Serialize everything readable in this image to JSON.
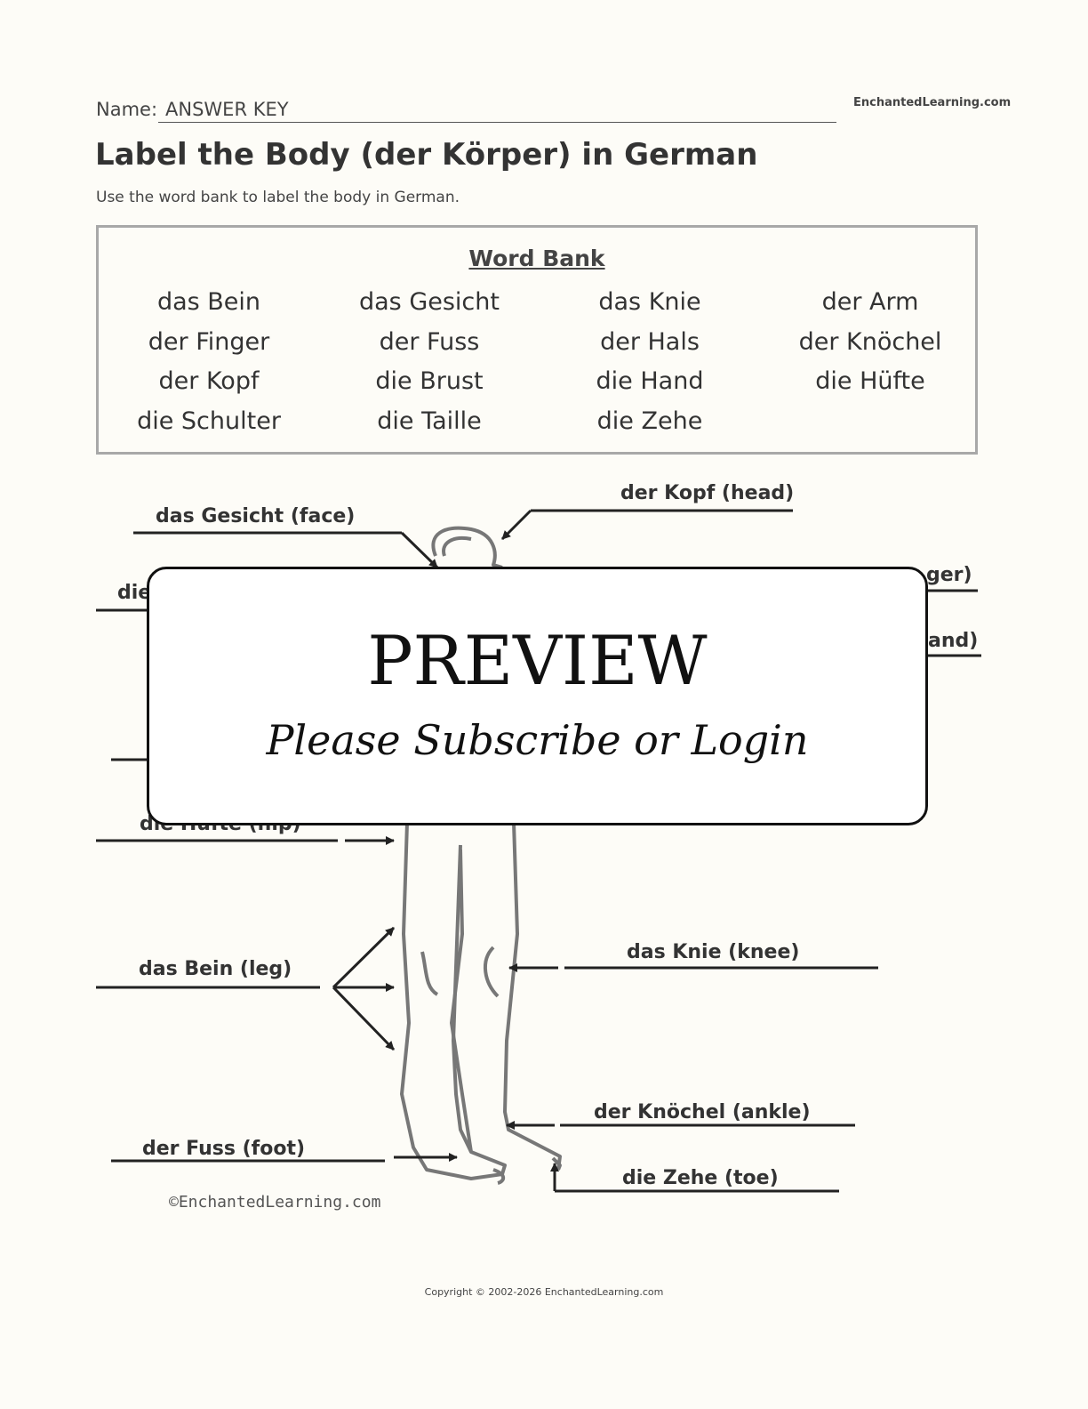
{
  "header": {
    "name_label": "Name:",
    "name_value": "ANSWER KEY",
    "site_logo": "EnchantedLearning.com"
  },
  "title": "Label the Body (der Körper) in German",
  "instructions": "Use the word bank to label the body in German.",
  "word_bank": {
    "title": "Word Bank",
    "words": [
      "das Bein",
      "das Gesicht",
      "das Knie",
      "der Arm",
      "der Finger",
      "der Fuss",
      "der Hals",
      "der Knöchel",
      "der Kopf",
      "die Brust",
      "die Hand",
      "die Hüfte",
      "die Schulter",
      "die Taille",
      "die Zehe"
    ]
  },
  "diagram": {
    "labels": {
      "face": "das Gesicht (face)",
      "head": "der Kopf (head)",
      "shoulder_partial": "die",
      "finger_partial": "ger)",
      "hand_partial": "and)",
      "hip_partial": "die Hüfte (hip)",
      "leg": "das Bein (leg)",
      "knee": "das Knie (knee)",
      "ankle": "der Knöchel (ankle)",
      "foot": "der Fuss (foot)",
      "toe": "die Zehe (toe)"
    },
    "watermark": "©EnchantedLearning.com"
  },
  "overlay": {
    "title": "PREVIEW",
    "subtitle": "Please Subscribe or Login"
  },
  "footer": {
    "copyright": "Copyright © 2002-2026 EnchantedLearning.com"
  }
}
